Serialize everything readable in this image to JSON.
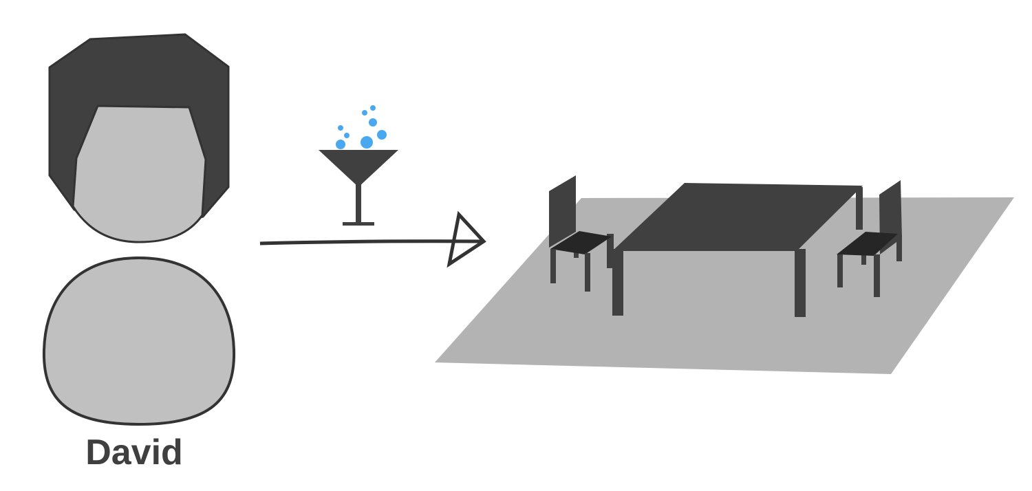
{
  "person": {
    "name": "David",
    "hair_color": "#404040",
    "skin_color": "#c0c0c0",
    "outline_color": "#333333"
  },
  "drink": {
    "icon": "cocktail-glass-icon",
    "bubble_color": "#4aa8f0"
  },
  "arrow": {
    "icon": "arrow-right-icon"
  },
  "dining_area": {
    "floor_color": "#b3b3b3",
    "furniture_color": "#404040",
    "seat_color": "#262626",
    "items": [
      "table",
      "chair",
      "chair"
    ]
  }
}
